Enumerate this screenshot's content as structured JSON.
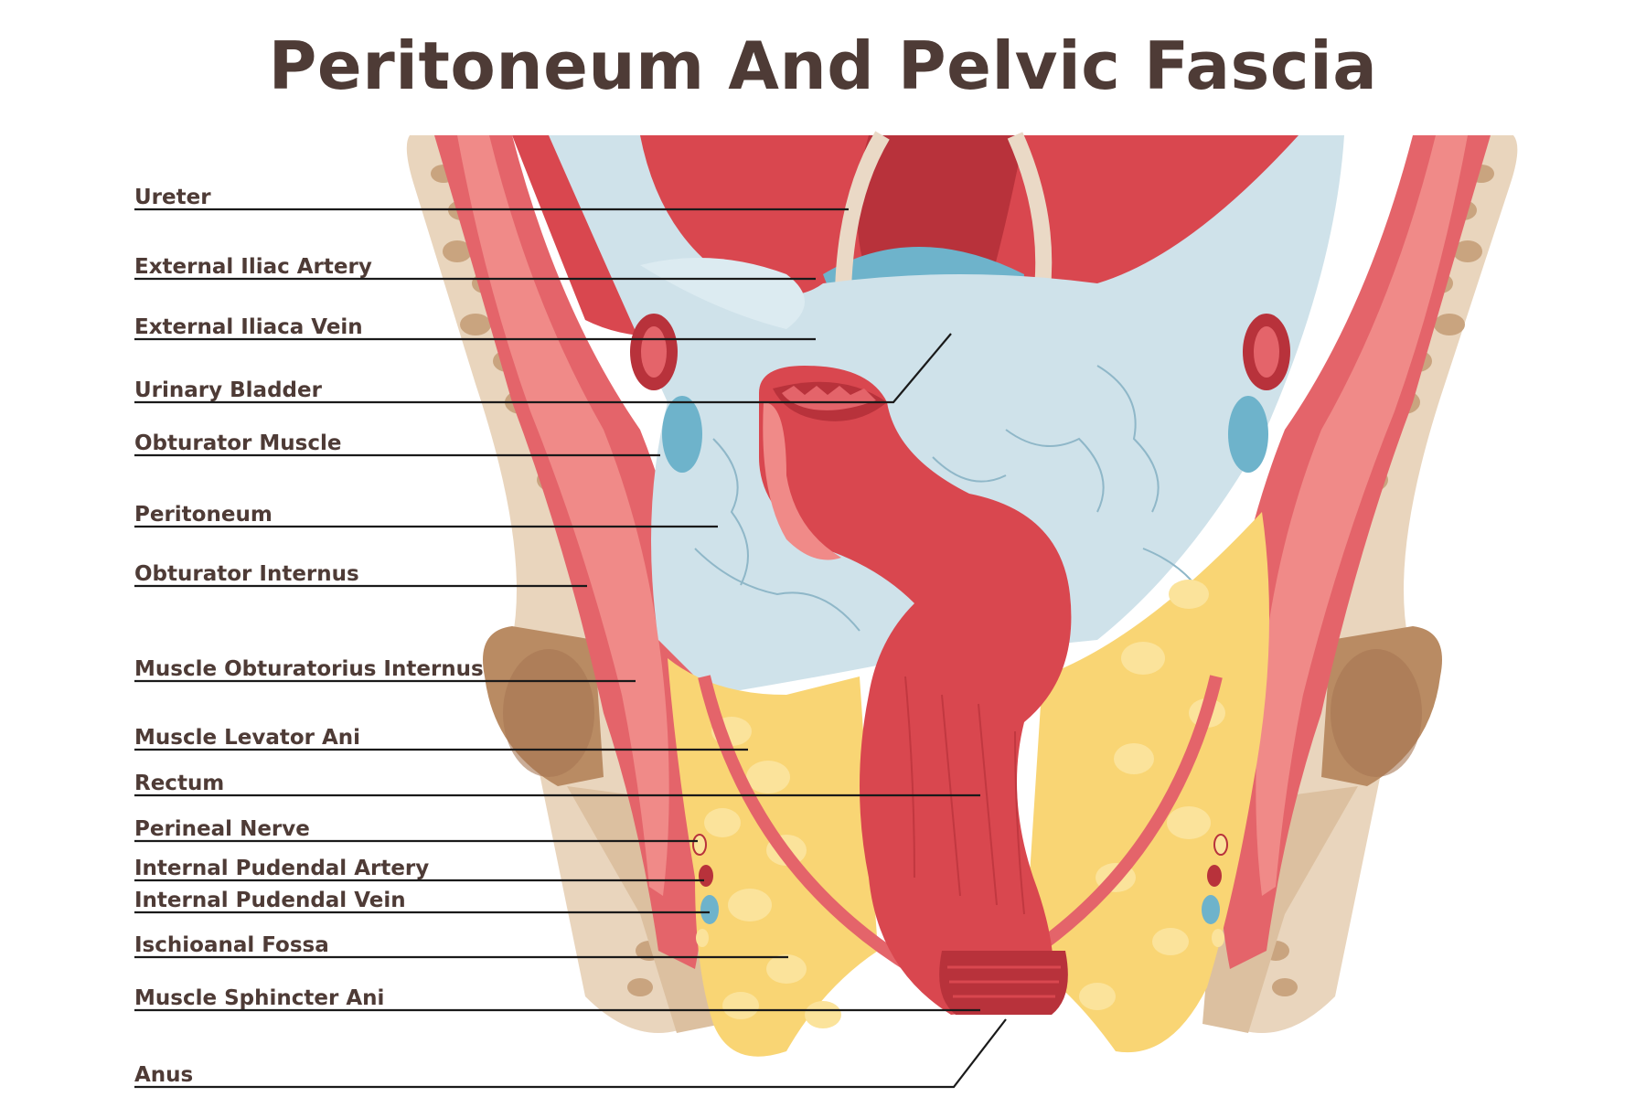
{
  "title": "Peritoneum And Pelvic Fascia",
  "labels": [
    "Ureter",
    "External Iliac Artery",
    "External Iliaca Vein",
    "Urinary Bladder",
    "Obturator Muscle",
    "Peritoneum",
    "Obturator Internus",
    "Muscle Obturatorius Internus",
    "Muscle Levator Ani",
    "Rectum",
    "Perineal Nerve",
    "Internal Pudendal Artery",
    "Internal Pudendal Vein",
    "Ischioanal Fossa",
    "Muscle Sphincter Ani",
    "Anus"
  ],
  "colors": {
    "title": "#4e3b36",
    "bone": "#e9d5bd",
    "bone_spots": "#c9a47f",
    "hip_joint": "#b98b63",
    "muscle": "#e4646a",
    "muscle_light": "#f08a88",
    "organ": "#d9474f",
    "organ_dark": "#b8323b",
    "peritoneum": "#cfe2ea",
    "peritoneum_lines": "#8fb7c8",
    "vein": "#6eb3cb",
    "fat": "#f9d574",
    "fat_spots": "#fbe39b",
    "ureter": "#ead9c6",
    "leader_line": "#1a1a1a"
  }
}
